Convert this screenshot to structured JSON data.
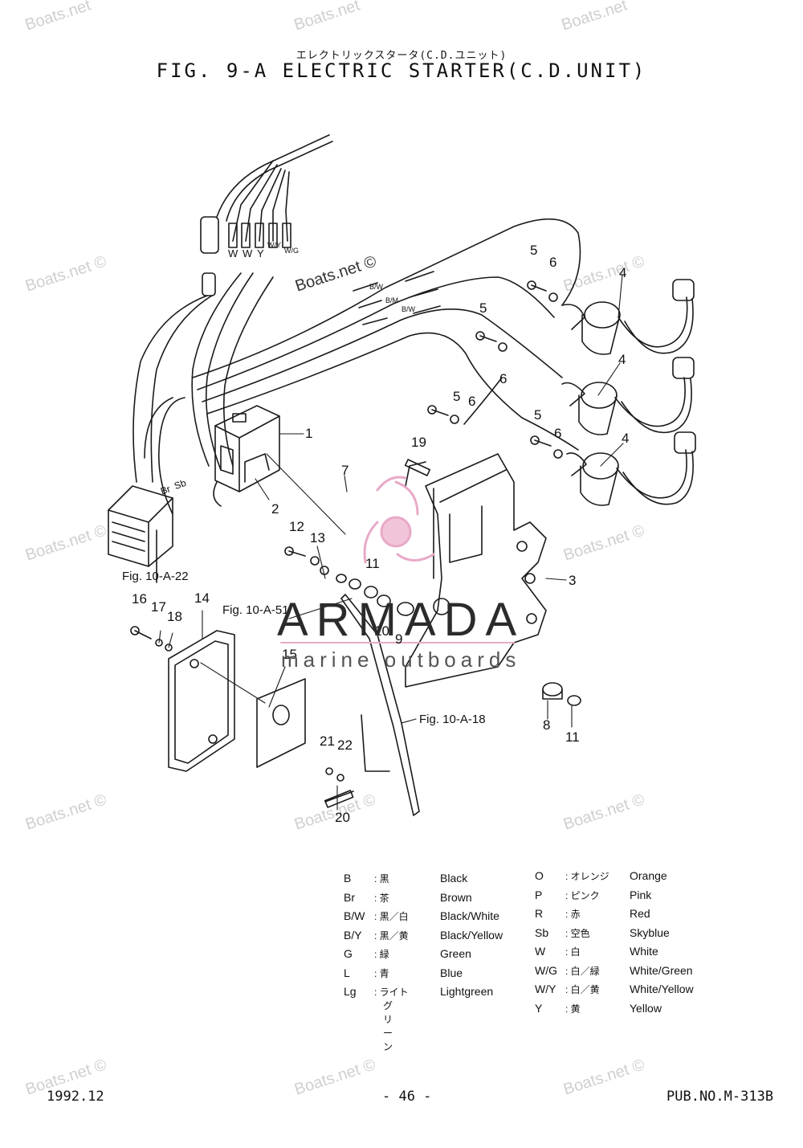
{
  "header": {
    "subtitle_jp": "エレクトリックスタータ(C.D.ユニット)",
    "title": "FIG.  9-A ELECTRIC STARTER(C.D.UNIT)"
  },
  "watermarks": {
    "boats": "Boats.net ©",
    "boats_short": "Boats.net",
    "brand_main": "ARMADA",
    "brand_sub": "marine outboards"
  },
  "wire_tags": {
    "w1": "W",
    "w2": "W",
    "y": "Y",
    "wy": "W/Y",
    "wg": "W/G",
    "bw1": "B/W",
    "bm": "B/M",
    "bw2": "B/W",
    "br": "Br",
    "sb": "Sb"
  },
  "callouts": {
    "n1": "1",
    "n2": "2",
    "n3": "3",
    "n4a": "4",
    "n4b": "4",
    "n4c": "4",
    "n5a": "5",
    "n5b": "5",
    "n5c": "5",
    "n5d": "5",
    "n6a": "6",
    "n6b": "6",
    "n6c": "6",
    "n6d": "6",
    "n7": "7",
    "n8": "8",
    "n9": "9",
    "n10": "10",
    "n11a": "11",
    "n11b": "11",
    "n12": "12",
    "n13": "13",
    "n14": "14",
    "n15": "15",
    "n16": "16",
    "n17": "17",
    "n18": "18",
    "n19": "19",
    "n20": "20",
    "n21": "21",
    "n22": "22"
  },
  "fig_refs": {
    "f22": "Fig. 10-A-22",
    "f51": "Fig. 10-A-51",
    "f18": "Fig. 10-A-18"
  },
  "legend": {
    "left": [
      {
        "code": "B",
        "jp": ": 黒",
        "en": "Black"
      },
      {
        "code": "Br",
        "jp": ": 茶",
        "en": "Brown"
      },
      {
        "code": "B/W",
        "jp": ": 黒／白",
        "en": "Black/White"
      },
      {
        "code": "B/Y",
        "jp": ": 黒／黄",
        "en": "Black/Yellow"
      },
      {
        "code": "G",
        "jp": ": 緑",
        "en": "Green"
      },
      {
        "code": "L",
        "jp": ": 青",
        "en": "Blue"
      },
      {
        "code": "Lg",
        "jp": ": ライト",
        "en": "Lightgreen"
      }
    ],
    "left_extra": "グリーン",
    "right": [
      {
        "code": "O",
        "jp": ": オレンジ",
        "en": "Orange"
      },
      {
        "code": "P",
        "jp": ": ピンク",
        "en": "Pink"
      },
      {
        "code": "R",
        "jp": ": 赤",
        "en": "Red"
      },
      {
        "code": "Sb",
        "jp": ": 空色",
        "en": "Skyblue"
      },
      {
        "code": "W",
        "jp": ": 白",
        "en": "White"
      },
      {
        "code": "W/G",
        "jp": ": 白／緑",
        "en": "White/Green"
      },
      {
        "code": "W/Y",
        "jp": ": 白／黄",
        "en": "White/Yellow"
      },
      {
        "code": "Y",
        "jp": ": 黄",
        "en": "Yellow"
      }
    ]
  },
  "footer": {
    "date": "1992.12",
    "page": "- 46 -",
    "pub": "PUB.NO.M-313B"
  }
}
